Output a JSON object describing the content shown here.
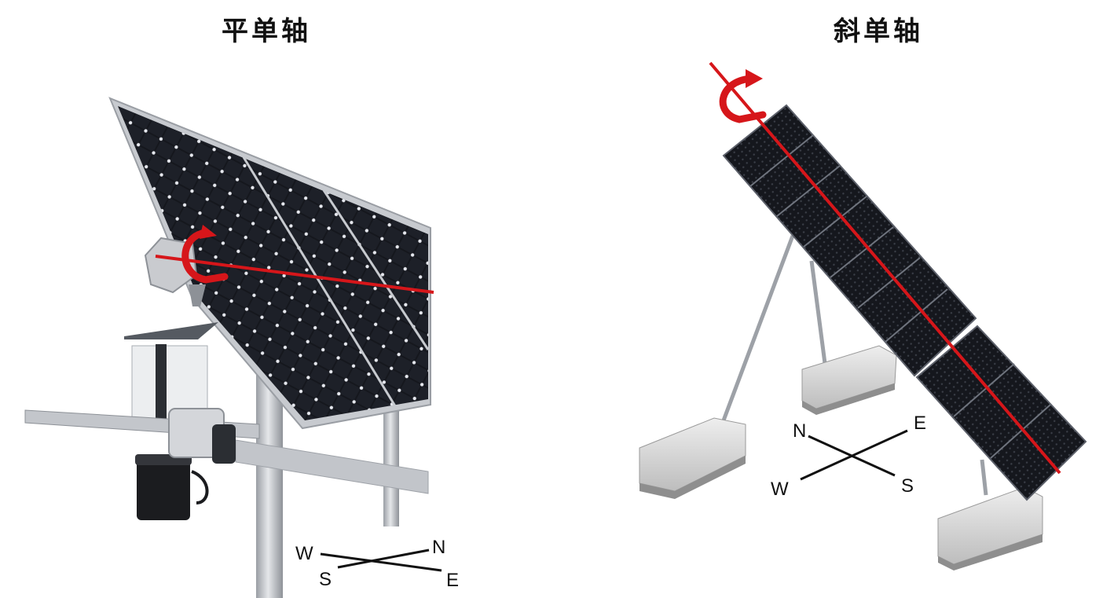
{
  "left": {
    "title": "平单轴",
    "compass": {
      "w": "W",
      "s": "S",
      "n": "N",
      "e": "E"
    }
  },
  "right": {
    "title": "斜单轴",
    "compass": {
      "n": "N",
      "e": "E",
      "w": "W",
      "s": "S"
    }
  },
  "colors": {
    "axis_red": "#d6161a",
    "panel_dark": "#15171d",
    "panel_frame": "#b9bcc2",
    "concrete": "#d9d9d9",
    "steel": "#b4b7bc"
  },
  "icons": {
    "rotation_arrow": "curved-arrow-icon"
  }
}
